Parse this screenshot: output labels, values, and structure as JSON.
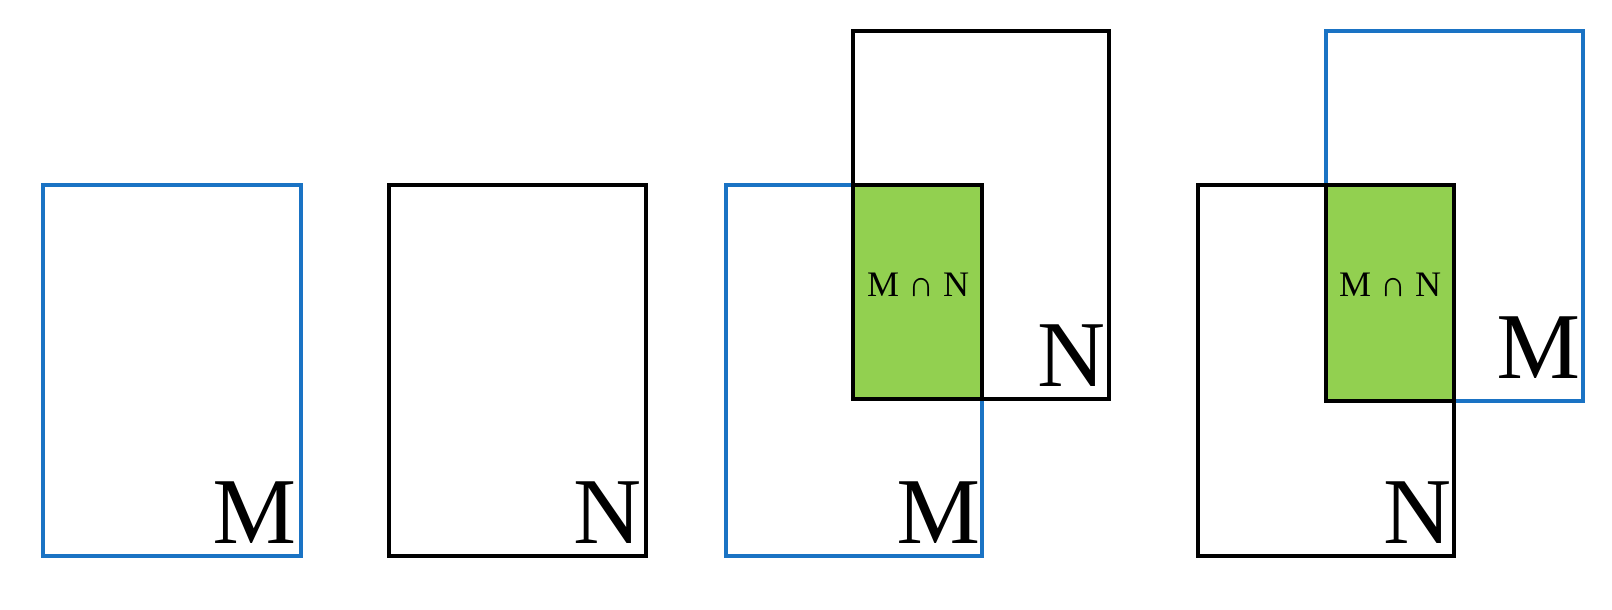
{
  "colors": {
    "set_m_outline": "#1a73c4",
    "set_n_outline": "#000000",
    "intersection_fill": "#92d050",
    "background": "#ffffff"
  },
  "labels": {
    "m": "M",
    "n": "N",
    "intersection": "M ∩ N"
  },
  "panels": [
    {
      "name": "set-m-alone",
      "shows": [
        "M"
      ]
    },
    {
      "name": "set-n-alone",
      "shows": [
        "N"
      ]
    },
    {
      "name": "n-above-m-intersection",
      "shows": [
        "M",
        "N",
        "M ∩ N"
      ]
    },
    {
      "name": "m-above-n-intersection",
      "shows": [
        "M",
        "N",
        "M ∩ N"
      ]
    }
  ]
}
